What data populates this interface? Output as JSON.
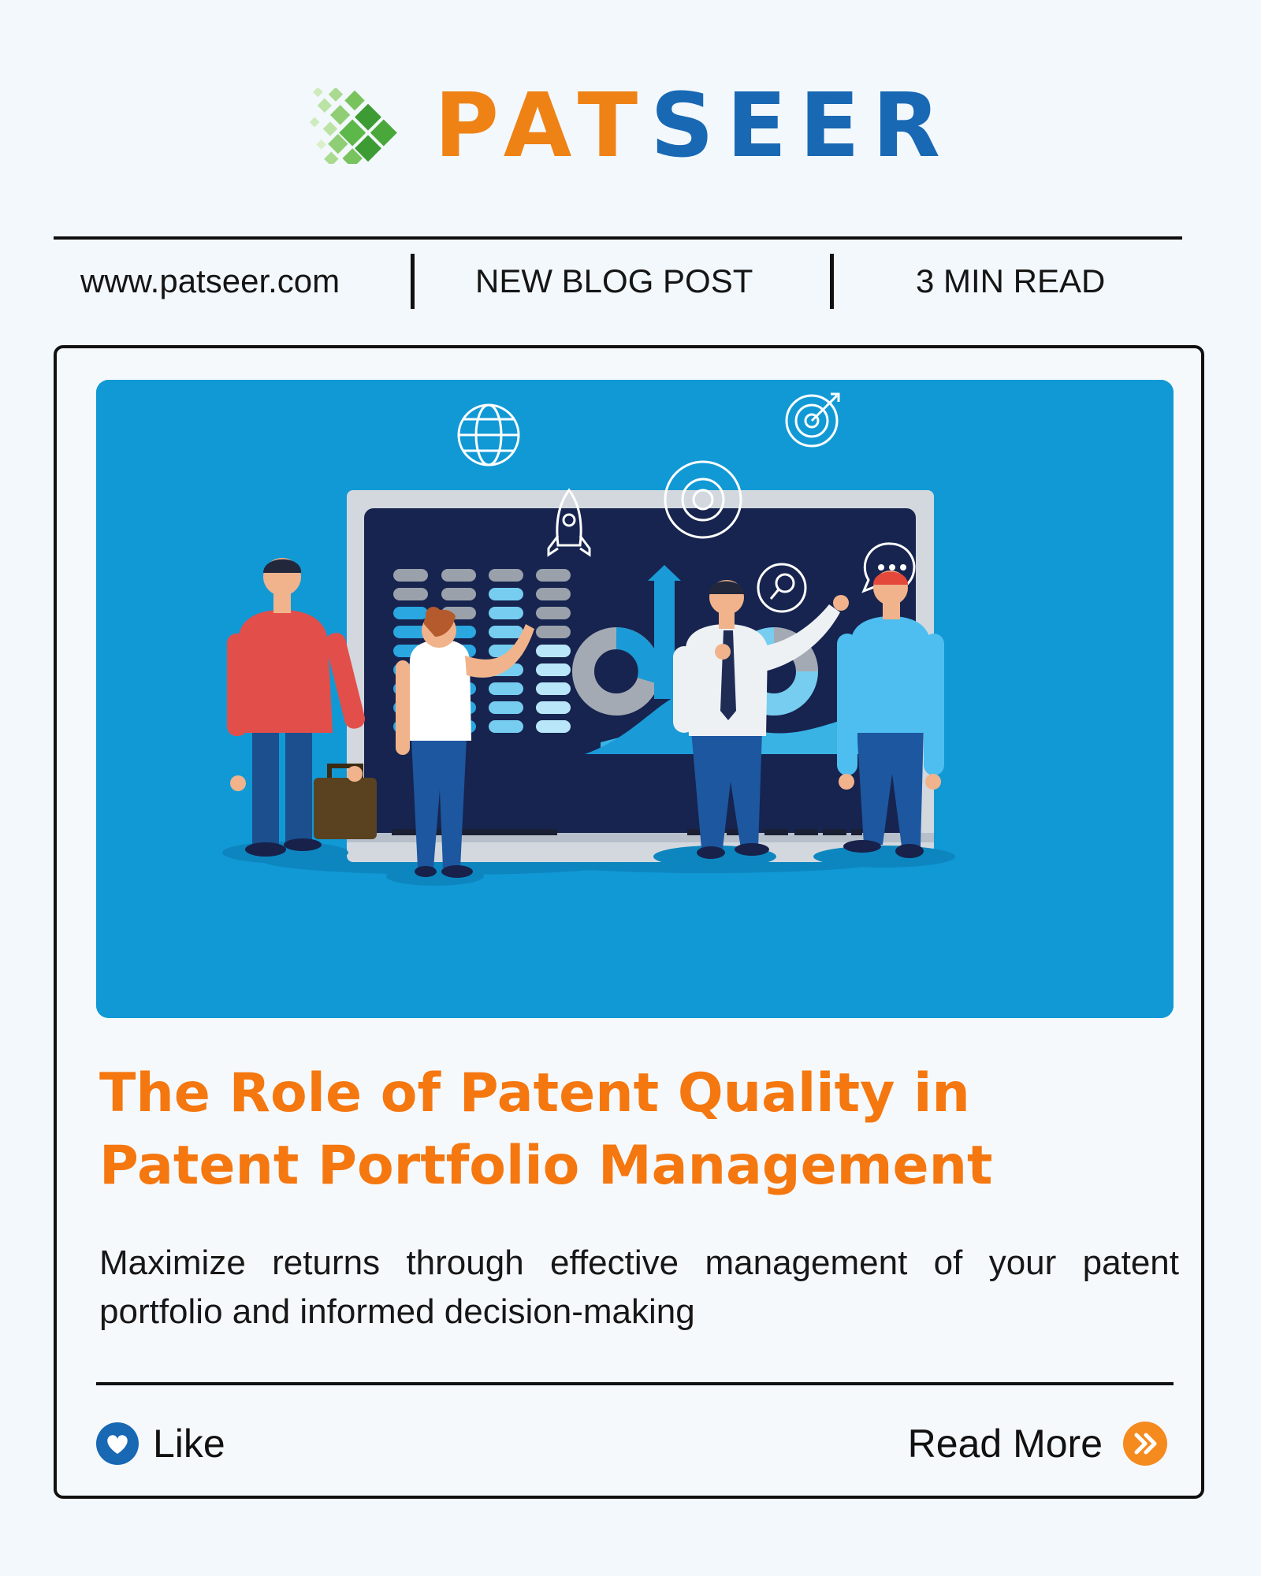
{
  "brand": {
    "wordmark_part_1": "PAT",
    "wordmark_part_2": "SEER",
    "logo_icon": "green-pixel-diamond-icon",
    "colors": {
      "orange": "#ef8215",
      "blue": "#1868b4",
      "green": "#4aa83a"
    }
  },
  "meta": {
    "url": "www.patseer.com",
    "label": "NEW BLOG POST",
    "read_time": "3 MIN READ"
  },
  "post": {
    "image_alt_icons": [
      "globe-icon",
      "target-icon",
      "gear-icon",
      "rocket-icon",
      "search-icon",
      "chat-bubble-icon"
    ],
    "title": "The Role of Patent Quality in Patent Portfolio Management",
    "excerpt": "Maximize returns through effective management of your patent portfolio and informed decision-making",
    "accent_color": "#f5770f"
  },
  "actions": {
    "like_label": "Like",
    "like_icon": "heart-icon",
    "read_more_label": "Read More",
    "read_more_icon": "double-chevron-right-icon"
  }
}
